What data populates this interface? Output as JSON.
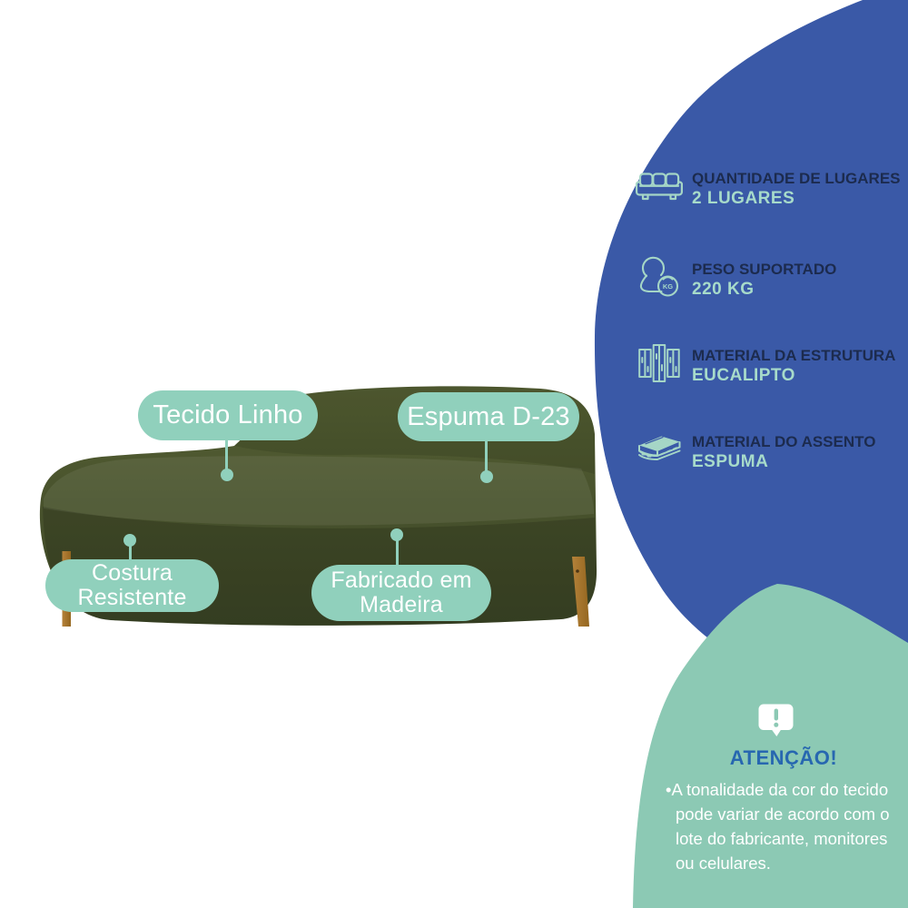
{
  "colors": {
    "background": "#ffffff",
    "blue_blob": "#3a59a7",
    "green_blob": "#8cc9b4",
    "pill_mint": "#90d0bc",
    "label_navy": "#1c2b4e",
    "value_mint": "#a7dbca",
    "icon_mint": "#a5d6c6",
    "attention_title_blue": "#2767b0",
    "sofa_olive": "#49532d",
    "leg_wood": "#a9772e"
  },
  "sofa_callouts": {
    "tecido": {
      "label": "Tecido Linho"
    },
    "espuma": {
      "label": "Espuma D-23"
    },
    "costura": {
      "line1": "Costura",
      "line2": "Resistente"
    },
    "fabricado": {
      "line1": "Fabricado em",
      "line2": "Madeira"
    }
  },
  "specs": {
    "items": [
      {
        "icon": "sofa-seats-icon",
        "label": "QUANTIDADE DE LUGARES",
        "value": "2 LUGARES"
      },
      {
        "icon": "weight-capacity-icon",
        "label": "PESO SUPORTADO",
        "value": "220 KG"
      },
      {
        "icon": "wood-structure-icon",
        "label": "MATERIAL DA ESTRUTURA",
        "value": "EUCALIPTO"
      },
      {
        "icon": "foam-seat-icon",
        "label": "MATERIAL DO ASSENTO",
        "value": "ESPUMA"
      }
    ]
  },
  "attention": {
    "icon": "exclamation-bubble-icon",
    "title": "ATENÇÃO!",
    "bullet": "•",
    "text": "A tonalidade da cor do tecido pode variar de acordo com o lote do fabricante, monitores ou celulares."
  }
}
